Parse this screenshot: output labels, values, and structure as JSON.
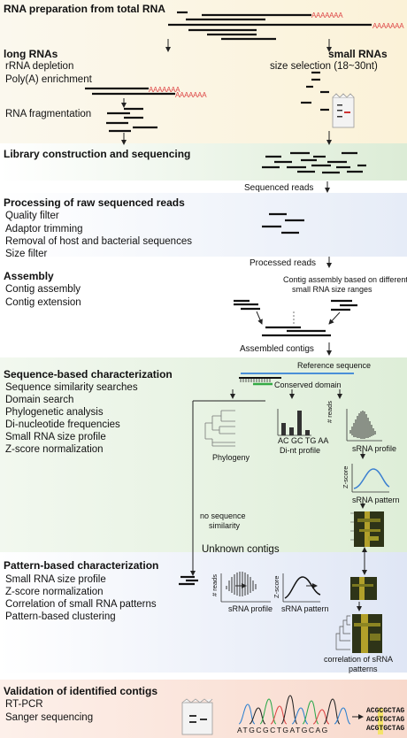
{
  "sections": {
    "prep": {
      "title": "RNA preparation from total RNA",
      "long_title": "long RNAs",
      "long_steps": [
        "rRNA depletion",
        "Poly(A) enrichment"
      ],
      "fragmentation": "RNA fragmentation",
      "small_title": "small RNAs",
      "small_step": "size selection (18~30nt)",
      "polya": "AAAAAAA"
    },
    "library": {
      "title": "Library construction and sequencing",
      "output": "Sequenced reads"
    },
    "processing": {
      "title": "Processing of raw sequenced reads",
      "steps": [
        "Quality filter",
        "Adaptor trimming",
        "Removal of host and bacterial sequences",
        "Size filter"
      ],
      "output": "Processed reads"
    },
    "assembly": {
      "title": "Assembly",
      "steps": [
        "Contig assembly",
        "Contig extension"
      ],
      "note_line1": "Contig assembly based on different",
      "note_line2": "small RNA size ranges",
      "output": "Assembled contigs"
    },
    "sequence": {
      "title": "Sequence-based characterization",
      "steps": [
        "Sequence similarity searches",
        "Domain search",
        "Phylogenetic analysis",
        "Di-nucleotide frequencies",
        "Small RNA size profile",
        "Z-score normalization"
      ],
      "reference": "Reference sequence",
      "domain": "Conserved domain",
      "phylogeny": "Phylogeny",
      "dint_labels": "AC GC TG AA",
      "dint_profile": "Di-nt profile",
      "reads_axis": "# reads",
      "srna_profile": "sRNA profile",
      "zscore_axis": "Z-score",
      "srna_pattern": "sRNA pattern",
      "no_similarity_1": "no sequence",
      "no_similarity_2": "similarity"
    },
    "pattern": {
      "unknown": "Unknown contigs",
      "title": "Pattern-based characterization",
      "steps": [
        "Small RNA size profile",
        "Z-score normalization",
        "Correlation of small RNA patterns",
        "Pattern-based clustering"
      ],
      "reads_axis": "# reads",
      "srna_profile": "sRNA profile",
      "zscore_axis": "Z-score",
      "srna_pattern": "sRNA pattern",
      "correlation_1": "correlation of sRNA",
      "correlation_2": "patterns"
    },
    "validation": {
      "title": "Validation of identified contigs",
      "steps": [
        "RT-PCR",
        "Sanger sequencing"
      ],
      "chromatogram_seq": "ATGCGCTGATGCAG",
      "seq_lines": [
        "ACGCGCTAG",
        "ACGTGCTAG",
        "ACGTGCTAG"
      ]
    }
  },
  "colors": {
    "prep_bg": "#fbf6e6",
    "library_bg": "#e3f0df",
    "processing_bg": "#e9eef7",
    "seq_bg": "#e7f1e3",
    "pattern_bg": "#e6ecf7",
    "validation_bg": "#fbe6dc",
    "polya": "#dd4444",
    "reference": "#4a8fd8",
    "domain": "#33aa44"
  }
}
